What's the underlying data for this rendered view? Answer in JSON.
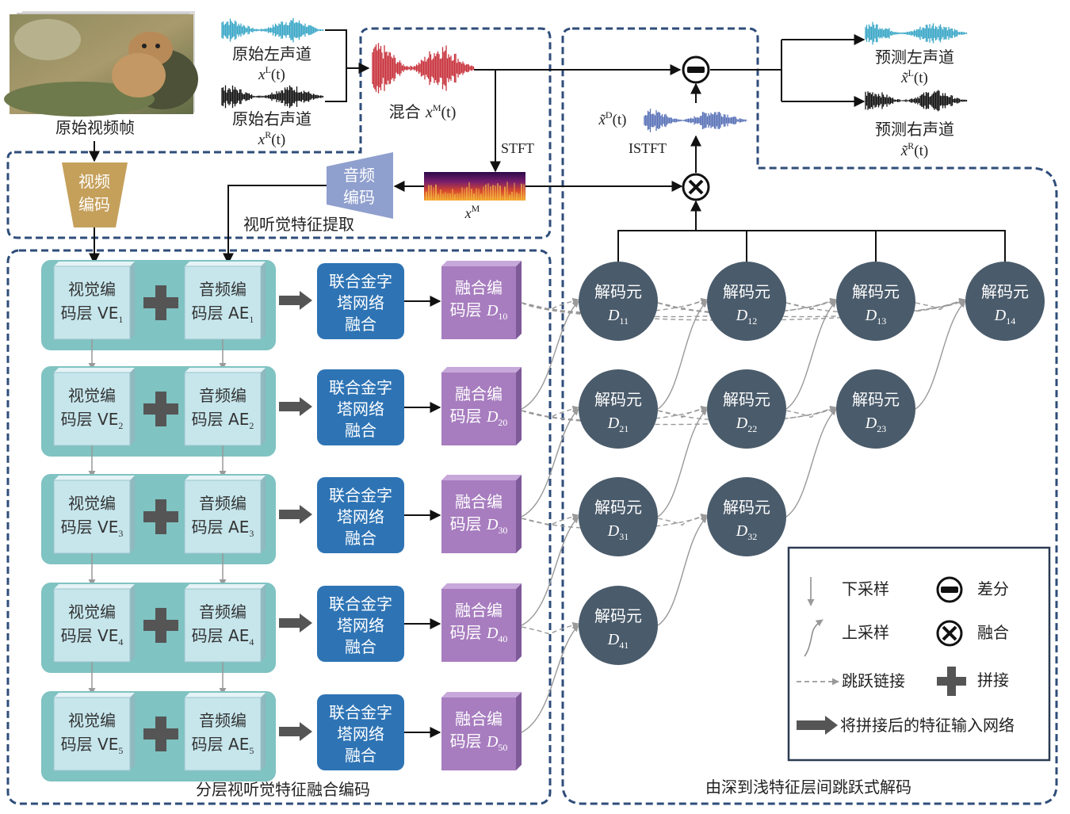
{
  "top": {
    "frame_caption": "原始视频帧",
    "left_channel": "原始左声道",
    "left_channel_sym": "x",
    "left_channel_sup": "L",
    "left_channel_arg": "(t)",
    "right_channel": "原始右声道",
    "right_channel_sym": "x",
    "right_channel_sup": "R",
    "right_channel_arg": "(t)",
    "mix_label": "混合 ",
    "mix_sym": "x",
    "mix_sup": "M",
    "mix_arg": "(t)",
    "stft": "STFT",
    "spec_sym": "x",
    "spec_sup": "M",
    "istft": "ISTFT",
    "diff_sym": "x̃",
    "diff_sup": "D",
    "diff_arg": "(t)",
    "pred_left": "预测左声道",
    "pred_left_sym": "x̃",
    "pred_left_sup": "L",
    "pred_left_arg": "(t)",
    "pred_right": "预测右声道",
    "pred_right_sym": "x̃",
    "pred_right_sup": "R",
    "pred_right_arg": "(t)"
  },
  "encoders": {
    "video_encoder": [
      "视频",
      "编码"
    ],
    "audio_encoder": [
      "音频",
      "编码"
    ],
    "feature_extract": "视听觉特征提取"
  },
  "layers": [
    {
      "ve": [
        "视觉编",
        "码层 VE"
      ],
      "ve_sub": "1",
      "ae": [
        "音频编",
        "码层 AE"
      ],
      "ae_sub": "1",
      "pyr": [
        "联合金字",
        "塔网络",
        "融合"
      ],
      "fuse": [
        "融合编",
        "码层 "
      ],
      "fuse_sym": "D",
      "fuse_sub": "10"
    },
    {
      "ve": [
        "视觉编",
        "码层 VE"
      ],
      "ve_sub": "2",
      "ae": [
        "音频编",
        "码层 AE"
      ],
      "ae_sub": "2",
      "pyr": [
        "联合金字",
        "塔网络",
        "融合"
      ],
      "fuse": [
        "融合编",
        "码层 "
      ],
      "fuse_sym": "D",
      "fuse_sub": "20"
    },
    {
      "ve": [
        "视觉编",
        "码层 VE"
      ],
      "ve_sub": "3",
      "ae": [
        "音频编",
        "码层 AE"
      ],
      "ae_sub": "3",
      "pyr": [
        "联合金字",
        "塔网络",
        "融合"
      ],
      "fuse": [
        "融合编",
        "码层 "
      ],
      "fuse_sym": "D",
      "fuse_sub": "30"
    },
    {
      "ve": [
        "视觉编",
        "码层 VE"
      ],
      "ve_sub": "4",
      "ae": [
        "音频编",
        "码层 AE"
      ],
      "ae_sub": "4",
      "pyr": [
        "联合金字",
        "塔网络",
        "融合"
      ],
      "fuse": [
        "融合编",
        "码层 "
      ],
      "fuse_sym": "D",
      "fuse_sub": "40"
    },
    {
      "ve": [
        "视觉编",
        "码层 VE"
      ],
      "ve_sub": "5",
      "ae": [
        "音频编",
        "码层 AE"
      ],
      "ae_sub": "5",
      "pyr": [
        "联合金字",
        "塔网络",
        "融合"
      ],
      "fuse": [
        "融合编",
        "码层 "
      ],
      "fuse_sym": "D",
      "fuse_sub": "50"
    }
  ],
  "decoders": [
    {
      "label": "解码元",
      "sym": "D",
      "sub": "11"
    },
    {
      "label": "解码元",
      "sym": "D",
      "sub": "12"
    },
    {
      "label": "解码元",
      "sym": "D",
      "sub": "13"
    },
    {
      "label": "解码元",
      "sym": "D",
      "sub": "14"
    },
    {
      "label": "解码元",
      "sym": "D",
      "sub": "21"
    },
    {
      "label": "解码元",
      "sym": "D",
      "sub": "22"
    },
    {
      "label": "解码元",
      "sym": "D",
      "sub": "23"
    },
    {
      "label": "解码元",
      "sym": "D",
      "sub": "31"
    },
    {
      "label": "解码元",
      "sym": "D",
      "sub": "32"
    },
    {
      "label": "解码元",
      "sym": "D",
      "sub": "41"
    }
  ],
  "section_labels": {
    "encoder_section": "分层视听觉特征融合编码",
    "decoder_section": "由深到浅特征层间跳跃式解码"
  },
  "legend": {
    "downsample": "下采样",
    "upsample": "上采样",
    "skip": "跳跃链接",
    "feed": "将拼接后的特征输入网络",
    "diff": "差分",
    "fuse": "融合",
    "concat": "拼接"
  },
  "colors": {
    "teal_panel": "#7fc3c2",
    "light_box": "#c6e6ec",
    "pyramid_box": "#2e74b5",
    "fusion_box": "#a77dbf",
    "decoder_node": "#4a5b6b",
    "dashed_border": "#2f4d7a",
    "video_encoder": "#c5a05b",
    "audio_encoder": "#8f9fce",
    "cyan_wave": "#3aa7c7",
    "red_wave": "#c8323c",
    "blue_wave": "#5a73b8"
  },
  "icons": {
    "diff": "minus-circle-icon",
    "fuse": "times-circle-icon",
    "concat": "plus-icon"
  }
}
